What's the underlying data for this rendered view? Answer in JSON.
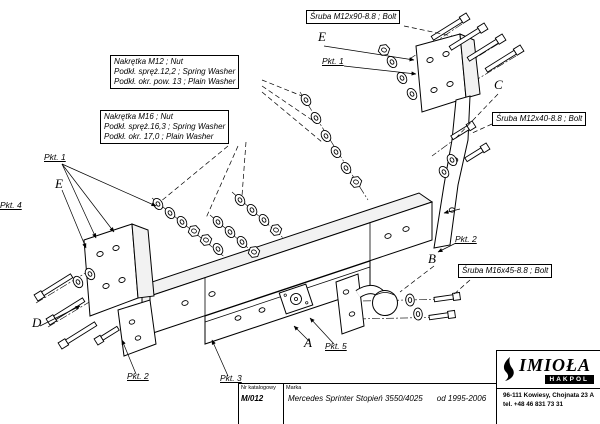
{
  "drawing": {
    "callouts": {
      "bolt_m12x90": "Śruba M12x90-8.8 ;  Bolt",
      "bolt_m12x40": "Śruba M12x40-8.8 ;  Bolt",
      "bolt_m16x45": "Śruba M16x45-8.8 ;  Bolt",
      "m12_hardware": {
        "nut": "Nakrętka  M12 ;  Nut",
        "spring_washer": "Podkł. spręż.12,2 ; Spring Washer",
        "plain_washer": "Podkł. okr. pow. 13 ; Plain Washer"
      },
      "m16_hardware": {
        "nut": "Nakrętka  M16 ;  Nut",
        "spring_washer": "Podkł. spręż.16,3 ; Spring Washer",
        "plain_washer": "Podkł. okr. 17,0 ; Plain Washer"
      }
    },
    "markers": {
      "e_top": "E",
      "e_left": "E",
      "pkt1_top": "Pkt. 1",
      "pkt1_left": "Pkt. 1",
      "c": "C",
      "b": "B",
      "a": "A",
      "d": "D",
      "pkt2_right": "Pkt. 2",
      "pkt2_bottom": "Pkt. 2",
      "pkt3": "Pkt. 3",
      "pkt4": "Pkt. 4",
      "pkt5": "Pkt. 5"
    }
  },
  "title_block": {
    "catalog_header": "Nr katalogowy",
    "brand_header": "Marka",
    "catalog_number": "M/012",
    "model": "Mercedes Sprinter Stopień 3550/4025",
    "years": "od 1995-2006"
  },
  "manufacturer": {
    "name": "IMIOŁA",
    "subname": "HAKPOL",
    "address": "96-111 Kowiesy, Chojnata 23 A",
    "phone": "tel. +48 46 831 73 31"
  }
}
